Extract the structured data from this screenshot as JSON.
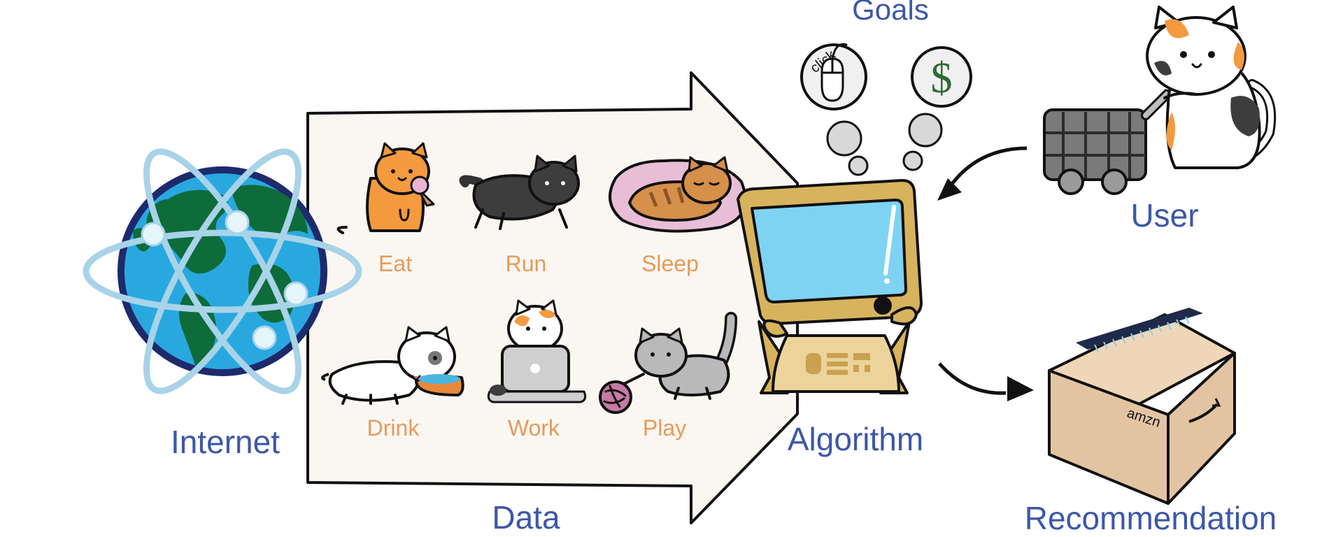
{
  "diagram": {
    "labels": {
      "internet": "Internet",
      "data": "Data",
      "algorithm": "Algorithm",
      "goals": "Goals",
      "user": "User",
      "recommendation": "Recommendation"
    },
    "activities": [
      {
        "label": "Eat"
      },
      {
        "label": "Run"
      },
      {
        "label": "Sleep"
      },
      {
        "label": "Drink"
      },
      {
        "label": "Work"
      },
      {
        "label": "Play"
      }
    ],
    "goal_bubbles": {
      "click_text": "click",
      "money_symbol": "$"
    },
    "box_text": "amzn",
    "colors": {
      "label_blue": "#3d57a8",
      "activity_orange": "#e59a5a",
      "arrow_fill": "#faf7f2",
      "globe_ocean": "#29a8e0",
      "globe_land": "#0e6b3a",
      "screen_blue": "#7fd3f2",
      "computer_tan": "#d8b35d",
      "box_tan": "#e3c4a2"
    }
  }
}
